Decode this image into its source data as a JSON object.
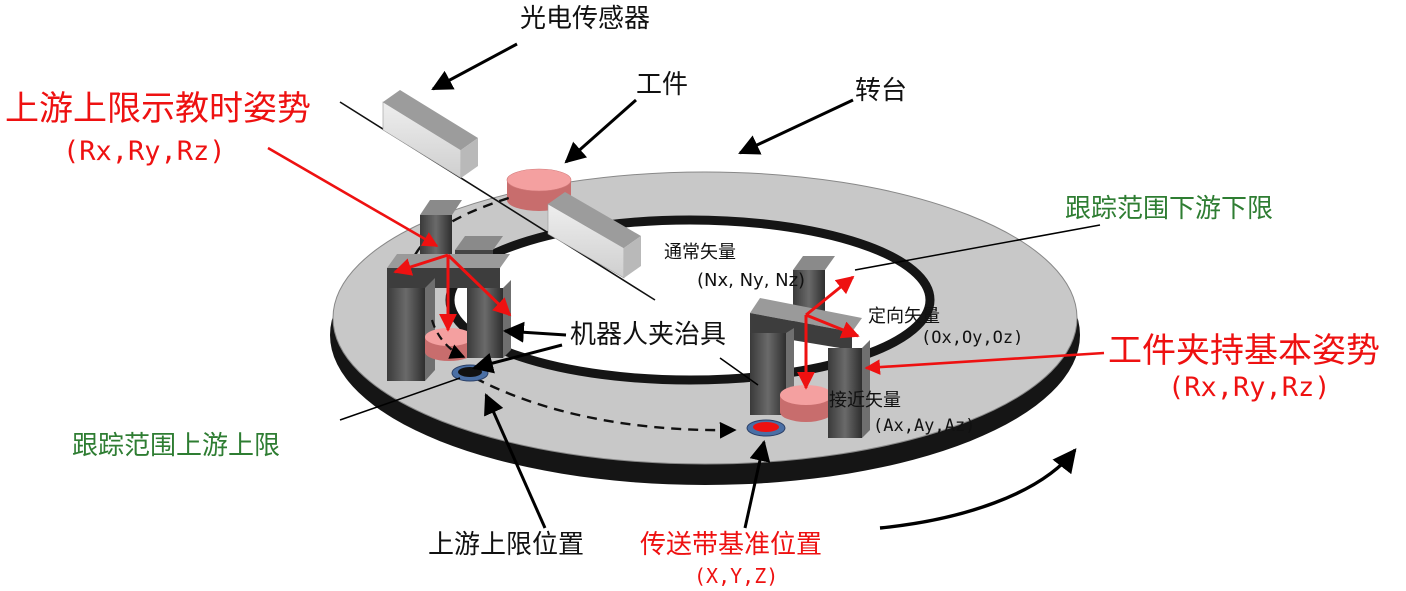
{
  "labels": {
    "photo_sensor": "光电传感器",
    "workpiece": "工件",
    "turntable": "转台",
    "upstream_upper_teach_pose": "上游上限示教时姿势",
    "upstream_upper_teach_pose_vec": "(Rx,Ry,Rz)",
    "tracking_downstream_lower": "跟踪范围下游下限",
    "normal_vector": "通常矢量",
    "normal_vector_vec": "(Nx, Ny, Nz)",
    "orient_vector": "定向矢量",
    "orient_vector_vec": "(Ox,Oy,Oz)",
    "robot_gripper": "机器人夹治具",
    "workpiece_grip_pose": "工件夹持基本姿势",
    "workpiece_grip_pose_vec": "(Rx,Ry,Rz)",
    "approach_vector": "接近矢量",
    "approach_vector_vec": "(Ax,Ay,Az)",
    "tracking_upstream_upper": "跟踪范围上游上限",
    "upstream_upper_position": "上游上限位置",
    "conveyor_reference_position": "传送带基准位置",
    "conveyor_reference_position_vec": "(X,Y,Z)"
  },
  "colors": {
    "red": "#ee1111",
    "green": "#2e7d32",
    "table_gray": "#c8c8c8",
    "workpiece_pink": "#f08a8a"
  }
}
